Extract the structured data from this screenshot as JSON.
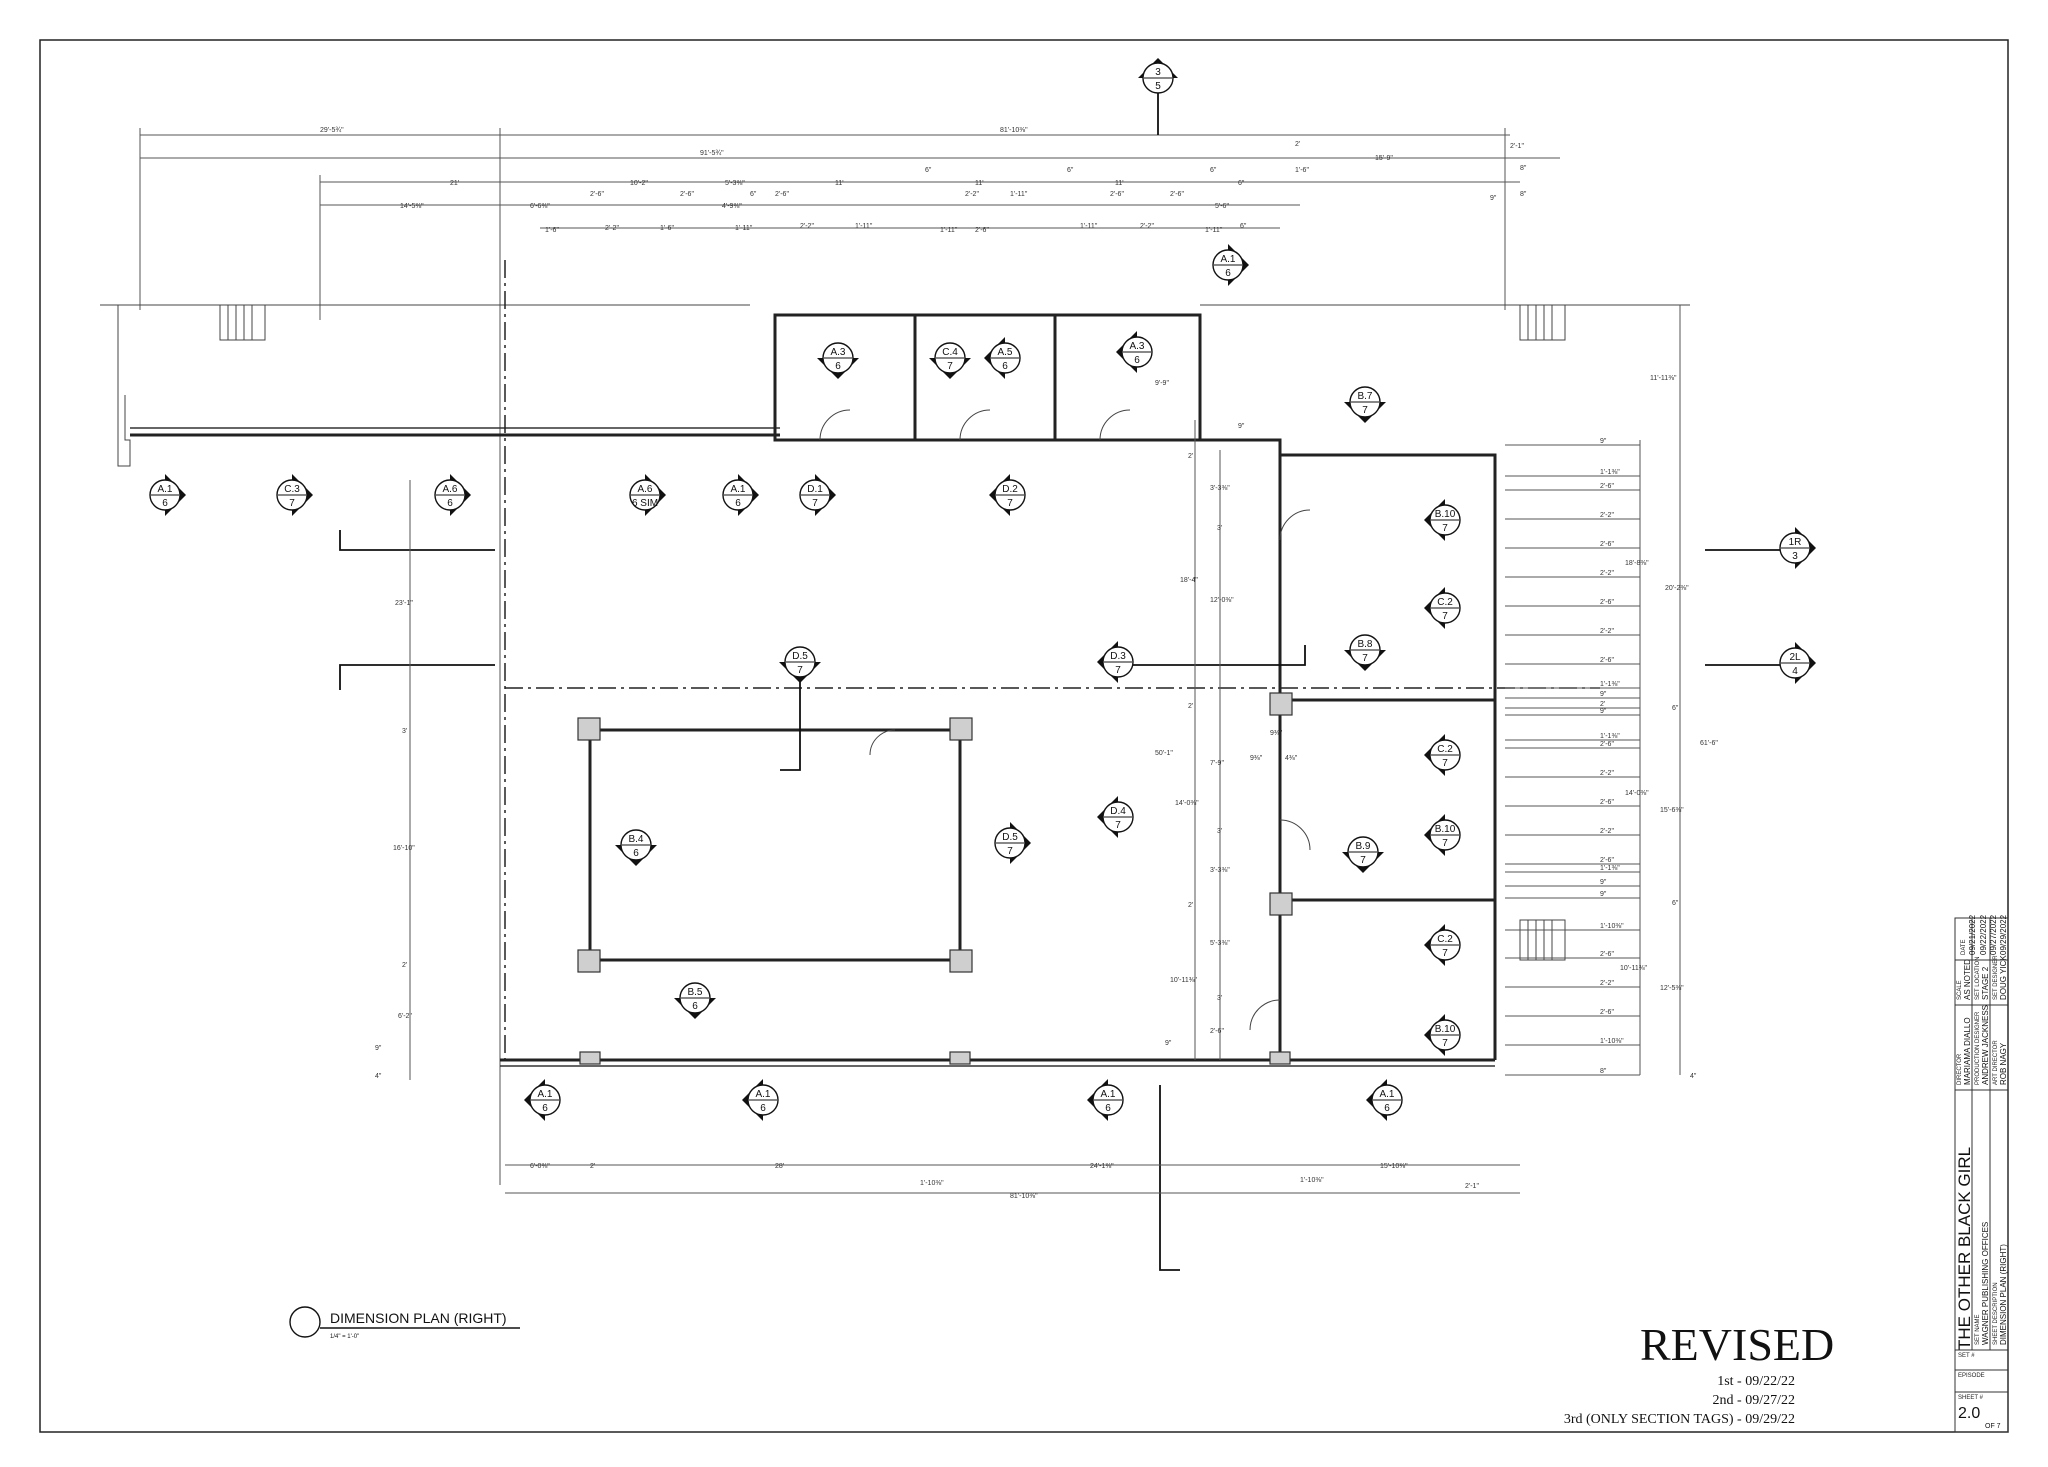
{
  "plan_title": "DIMENSION PLAN (RIGHT)",
  "plan_scale": "1/4\" = 1'-0\"",
  "revision": {
    "heading": "REVISED",
    "lines": [
      "1st - 09/22/22",
      "2nd - 09/27/22",
      "3rd (ONLY SECTION TAGS) - 09/29/22"
    ]
  },
  "title_block": {
    "show": "THE OTHER BLACK GIRL",
    "director_label": "DIRECTOR",
    "director": "MARIAMA DIALLO",
    "pd_label": "PRODUCTION DESIGNER",
    "pd": "ANDREW JACKNESS",
    "set_label": "SET NAME",
    "set": "WAGNER PUBLISHING OFFICES",
    "desc_label": "SHEET DESCRIPTION",
    "desc": "DIMENSION PLAN (RIGHT)",
    "scale_label": "SCALE",
    "scale": "AS NOTED",
    "loc_label": "SET LOCATION",
    "loc": "STAGE 2",
    "ad_label": "ART DIRECTOR",
    "ad": "ROB NAGY",
    "drawn_label": "SET DESIGNER",
    "drawn": "DOUG YICK",
    "date_label": "DATE",
    "dates": [
      "09/21/2022",
      "09/22/2022",
      "09/27/2022",
      "09/29/2022"
    ],
    "set_no_label": "SET #",
    "episode_label": "EPISODE",
    "sheet_label": "SHEET #",
    "sheet": "2.0",
    "of": "OF 7"
  },
  "top_tag": {
    "top": "3",
    "bottom": "5"
  },
  "tags": [
    {
      "top": "A.1",
      "bottom": "6"
    },
    {
      "top": "C.3",
      "bottom": "7"
    },
    {
      "top": "A.6",
      "bottom": "6"
    },
    {
      "top": "A.6",
      "bottom": "6 SIM"
    },
    {
      "top": "A.1",
      "bottom": "6"
    },
    {
      "top": "D.1",
      "bottom": "7"
    },
    {
      "top": "D.2",
      "bottom": "7"
    },
    {
      "top": "A.3",
      "bottom": "6"
    },
    {
      "top": "C.4",
      "bottom": "7"
    },
    {
      "top": "A.5",
      "bottom": "6"
    },
    {
      "top": "A.3",
      "bottom": "6"
    },
    {
      "top": "A.1",
      "bottom": "6"
    },
    {
      "top": "B.7",
      "bottom": "7"
    },
    {
      "top": "B.10",
      "bottom": "7"
    },
    {
      "top": "C.2",
      "bottom": "7"
    },
    {
      "top": "B.8",
      "bottom": "7"
    },
    {
      "top": "D.3",
      "bottom": "7"
    },
    {
      "top": "D.5",
      "bottom": "7"
    },
    {
      "top": "1R",
      "bottom": "3"
    },
    {
      "top": "2L",
      "bottom": "4"
    },
    {
      "top": "C.2",
      "bottom": "7"
    },
    {
      "top": "B.4",
      "bottom": "6"
    },
    {
      "top": "D.5",
      "bottom": "7"
    },
    {
      "top": "D.4",
      "bottom": "7"
    },
    {
      "top": "B.10",
      "bottom": "7"
    },
    {
      "top": "B.9",
      "bottom": "7"
    },
    {
      "top": "C.2",
      "bottom": "7"
    },
    {
      "top": "B.5",
      "bottom": "6"
    },
    {
      "top": "B.10",
      "bottom": "7"
    },
    {
      "top": "A.1",
      "bottom": "6"
    },
    {
      "top": "A.1",
      "bottom": "6"
    },
    {
      "top": "A.1",
      "bottom": "6"
    },
    {
      "top": "A.1",
      "bottom": "6"
    }
  ],
  "dimensions": {
    "top_row1": [
      "29'-5¾\"",
      "81'-10⅜\"",
      "2'",
      "2'-1\""
    ],
    "top_row2": [
      "91'-5¾\"",
      "15'-9\"",
      "8\""
    ],
    "top_row3": [
      "21'",
      "10'-2\"",
      "5'-3⅜\"",
      "11'",
      "6\"",
      "11'",
      "6\"",
      "11'",
      "6\"",
      "6\"",
      "1'-6\""
    ],
    "top_row4": [
      "14'-5⅜\"",
      "6'-6⅜\"",
      "4'-9⅜\"",
      "6\"",
      "2'-6\"",
      "2'-6\"",
      "2'-6\"",
      "2'-2\"",
      "1'-11\"",
      "2'-6\"",
      "2'-6\"",
      "5'-6\"",
      "9\"",
      "8\""
    ],
    "top_row5": [
      "1'-6\"",
      "2'-2\"",
      "1'-6\"",
      "1'-11\"",
      "2'-2\"",
      "1'-11\"",
      "1'-11\"",
      "2'-6\"",
      "1'-11\"",
      "2'-2\"",
      "1'-11\"",
      "6\""
    ],
    "left": [
      "23'-1\"",
      "3'",
      "16'-10\"",
      "2'",
      "6'-2\"",
      "9\"",
      "4\""
    ],
    "bottom_row1": [
      "6'-0⅜\"",
      "2'",
      "28'",
      "24'-1⅜\"",
      "15'-10⅜\""
    ],
    "bottom_row2": [
      "1'-10⅜\"",
      "1'-10⅜\"",
      "2'-1\""
    ],
    "bottom_row3": [
      "81'-10⅜\""
    ],
    "inner_left": [
      "9'-9\"",
      "9\"",
      "2'",
      "3'-3⅜\"",
      "3'",
      "18'-4\"",
      "12'-0⅜\"",
      "2'",
      "50'-1\"",
      "9⅜\"",
      "9⅜\"",
      "4⅜\"",
      "7'-9\"",
      "14'-0⅜\"",
      "3'",
      "3'-3⅜\"",
      "2'",
      "5'-3⅜\"",
      "10'-11⅜\"",
      "3'",
      "2'-6\"",
      "9\""
    ],
    "right_a": [
      "9\"",
      "1'-1⅜\"",
      "2'-6\"",
      "2'-2\"",
      "2'-6\"",
      "2'-2\"",
      "2'-6\"",
      "2'-2\"",
      "2'-6\"",
      "1'-1⅜\"",
      "9\"",
      "2'",
      "9\"",
      "1'-1⅜\"",
      "2'-6\"",
      "2'-2\"",
      "2'-6\"",
      "2'-2\"",
      "2'-6\"",
      "1'-1⅜\"",
      "9\"",
      "9\"",
      "1'-10⅜\"",
      "2'-6\"",
      "2'-2\"",
      "2'-6\"",
      "1'-10⅜\"",
      "8\""
    ],
    "right_b": [
      "11'-11⅜\"",
      "18'-8⅜\"",
      "20'-2⅜\"",
      "6\"",
      "14'-0⅜\"",
      "15'-6⅜\"",
      "61'-6\"",
      "6\"",
      "10'-11⅜\"",
      "12'-5⅜\"",
      "4\""
    ]
  }
}
